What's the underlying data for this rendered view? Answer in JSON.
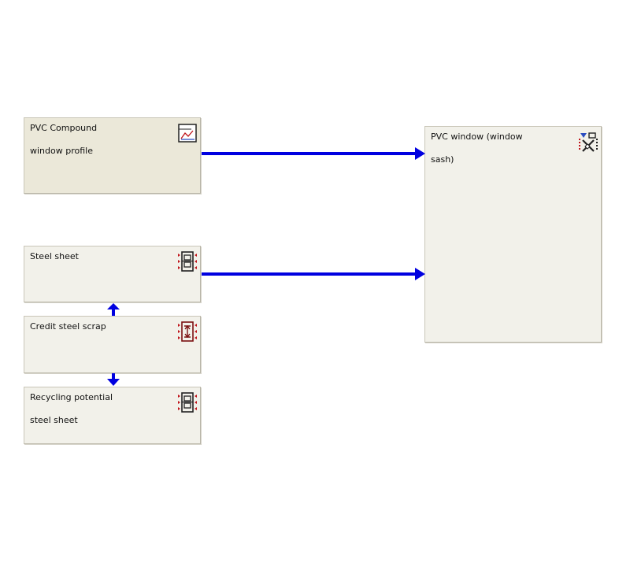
{
  "diagram": {
    "nodes": [
      {
        "id": "pvc-compound",
        "label": "PVC Compound\nwindow profile",
        "icon": "material-document-icon"
      },
      {
        "id": "steel-sheet",
        "label": "Steel sheet",
        "icon": "process-chip-icon"
      },
      {
        "id": "credit-steel-scrap",
        "label": "Credit steel scrap",
        "icon": "credit-process-icon"
      },
      {
        "id": "recycling-potential",
        "label": "Recycling potential\nsteel sheet",
        "icon": "process-chip-icon"
      },
      {
        "id": "pvc-window",
        "label": "PVC window (window\nsash)",
        "icon": "assembly-icon"
      }
    ],
    "edges": [
      {
        "from": "pvc-compound",
        "to": "pvc-window"
      },
      {
        "from": "steel-sheet",
        "to": "pvc-window"
      },
      {
        "from": "credit-steel-scrap",
        "to": "steel-sheet"
      },
      {
        "from": "credit-steel-scrap",
        "to": "recycling-potential"
      }
    ],
    "colors": {
      "arrow": "#0000e0",
      "node_fill": "#f2f1ea",
      "node_fill_highlight": "#ebe8d9",
      "icon_red": "#c0151b"
    }
  }
}
